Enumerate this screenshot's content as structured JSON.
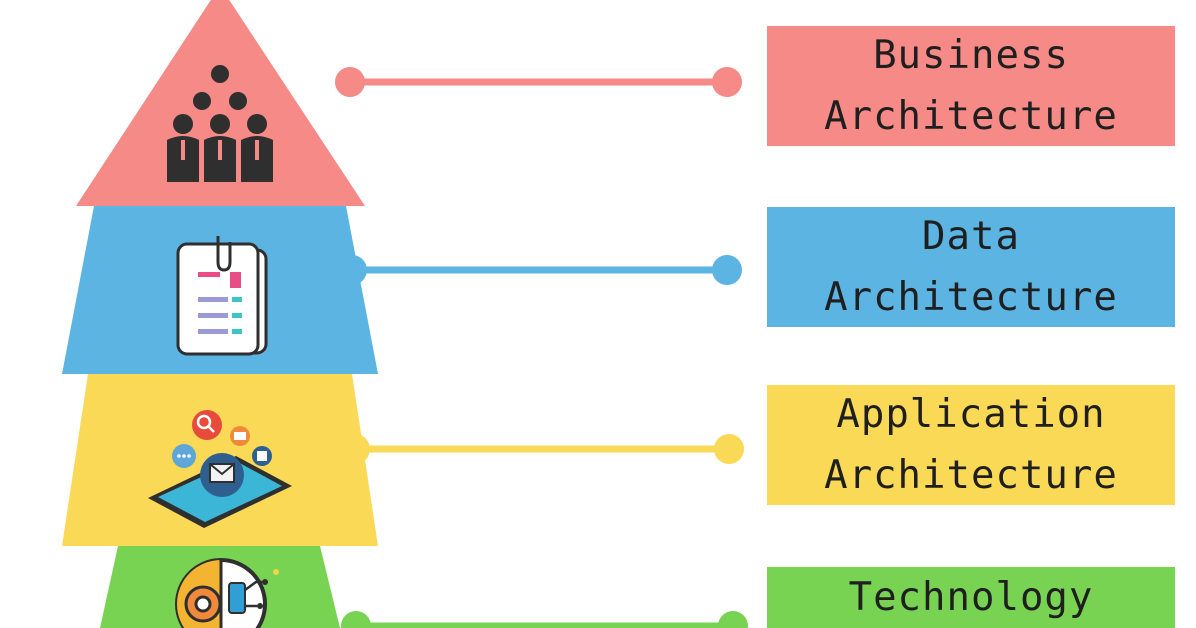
{
  "colors": {
    "business": "#f58a87",
    "data": "#5bb4e2",
    "application": "#f9d956",
    "technology": "#78d352",
    "icon_dark": "#2f2f2f"
  },
  "layers": [
    {
      "key": "business",
      "line1": "Business",
      "line2": "Architecture",
      "icon": "people-group-icon"
    },
    {
      "key": "data",
      "line1": "Data",
      "line2": "Architecture",
      "icon": "document-list-icon"
    },
    {
      "key": "application",
      "line1": "Application",
      "line2": "Architecture",
      "icon": "tablet-apps-icon"
    },
    {
      "key": "technology",
      "line1": "Technology",
      "line2": "",
      "icon": "gear-circuit-icon"
    }
  ]
}
